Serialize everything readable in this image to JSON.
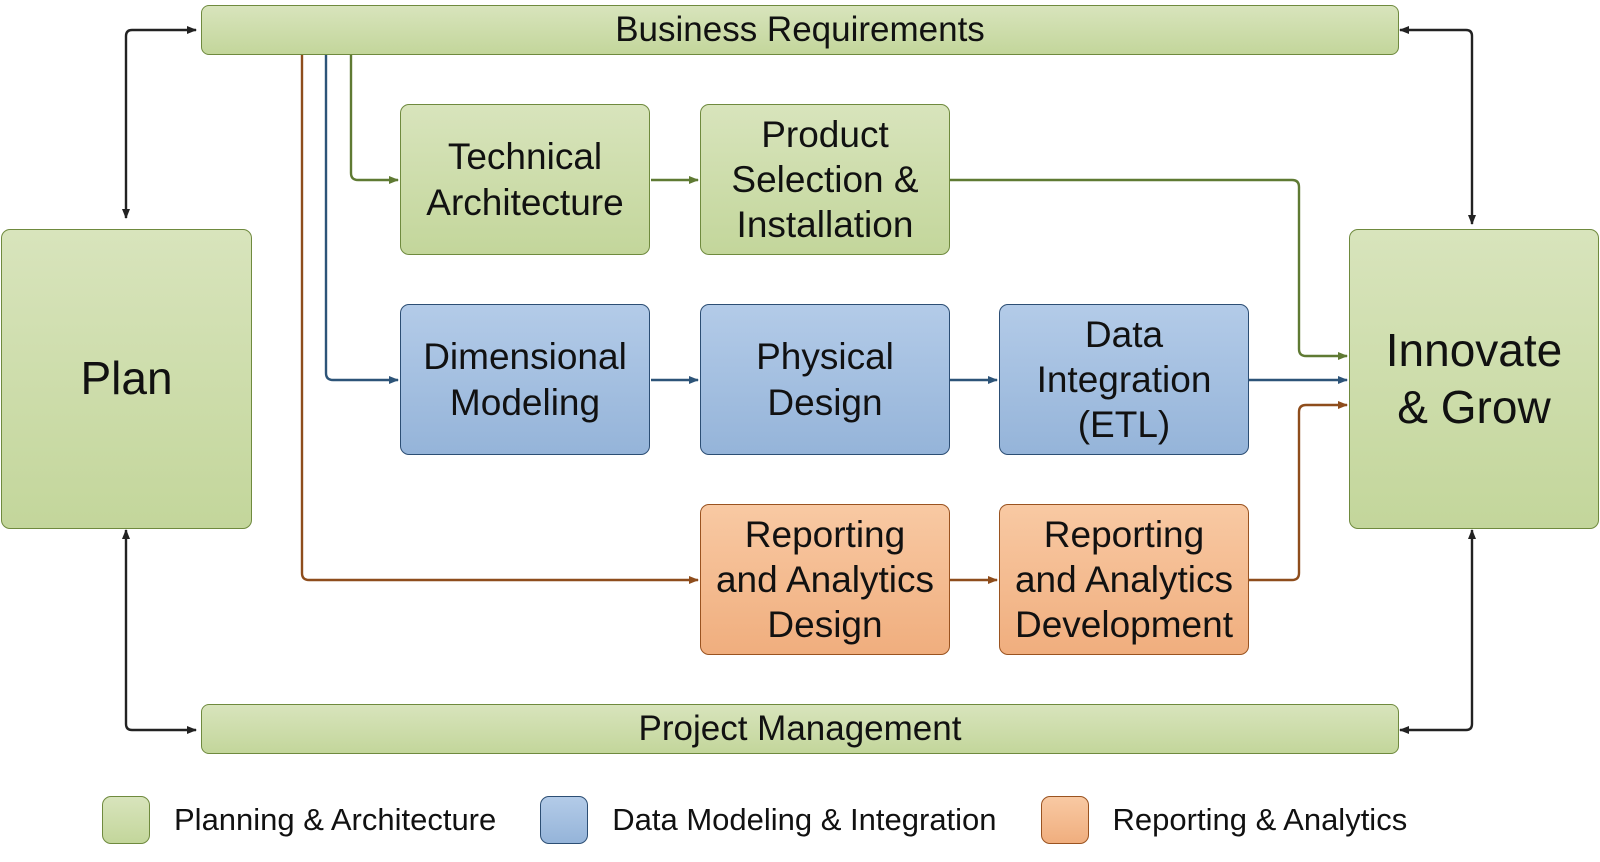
{
  "colors": {
    "planning_fill": "#c9dba4",
    "planning_border": "#6f8a3e",
    "data_fill": "#9fbde0",
    "data_border": "#2c4e74",
    "reporting_fill": "#f3b98c",
    "reporting_border": "#9a5320",
    "green_arrow": "#5f7a33",
    "blue_arrow": "#2d5478",
    "orange_arrow": "#8e4d1c",
    "black_arrow": "#222222"
  },
  "nodes": {
    "business_requirements": "Business Requirements",
    "plan": "Plan",
    "technical_architecture": "Technical\nArchitecture",
    "product_selection": "Product\nSelection &\nInstallation",
    "dimensional_modeling": "Dimensional\nModeling",
    "physical_design": "Physical\nDesign",
    "data_integration": "Data\nIntegration\n(ETL)",
    "reporting_design": "Reporting\nand Analytics\nDesign",
    "reporting_development": "Reporting\nand Analytics\nDevelopment",
    "innovate_grow": "Innovate\n& Grow",
    "project_management": "Project Management"
  },
  "legend": [
    {
      "label": "Planning & Architecture",
      "category": "planning"
    },
    {
      "label": "Data Modeling & Integration",
      "category": "data"
    },
    {
      "label": "Reporting & Analytics",
      "category": "reporting"
    }
  ]
}
